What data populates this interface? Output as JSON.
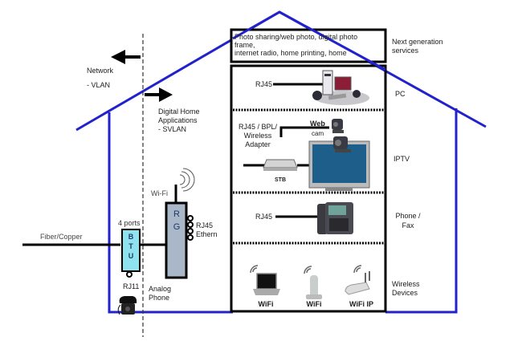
{
  "diagram": {
    "colors": {
      "house_outline": "#2222cc",
      "lines": "#000000",
      "btu_fill": "#8fe3ef",
      "rg_fill": "#a9b7c9"
    },
    "left": {
      "network_label": "Network",
      "vlan_label": "- VLAN",
      "digital_home_label": "Digital Home",
      "applications_label": "Applications",
      "svlan_label": "- SVLAN",
      "fiber_label": "Fiber/Copper",
      "ports_label": "4 ports",
      "btu_letters": [
        "B",
        "T",
        "U"
      ],
      "rj11_label": "RJ11",
      "analog_label": "Analog",
      "phone_label": "Phone",
      "wifi_label": "Wi-Fi",
      "rg_letters": [
        "R",
        "G"
      ],
      "rj45_label": "RJ45",
      "ethern_label": "Ethern"
    },
    "services_box": {
      "text": "Photo sharing/web photo, digital photo frame,\ninternet radio, home printing, home",
      "line1": "Photo sharing/web photo, digital photo",
      "line2": "frame,",
      "line3": "internet radio, home printing, home"
    },
    "rows": [
      {
        "connector": "RJ45",
        "device": "pc-icon",
        "category": "PC"
      },
      {
        "connector_lines": [
          "RJ45 / BPL/",
          "Wireless",
          "Adapter"
        ],
        "webcam_label": [
          "Web",
          "cam"
        ],
        "stb_label": "STB",
        "category": "IPTV"
      },
      {
        "connector": "RJ45",
        "device": "desk-phone-icon",
        "category_lines": [
          "Phone /",
          "Fax"
        ]
      },
      {
        "devices": [
          "WiFi",
          "WiFi",
          "WiFi IP"
        ],
        "category_lines": [
          "Wireless",
          "Devices"
        ]
      }
    ],
    "right_labels": {
      "next_gen_line1": "Next generation",
      "next_gen_line2": "services"
    }
  }
}
